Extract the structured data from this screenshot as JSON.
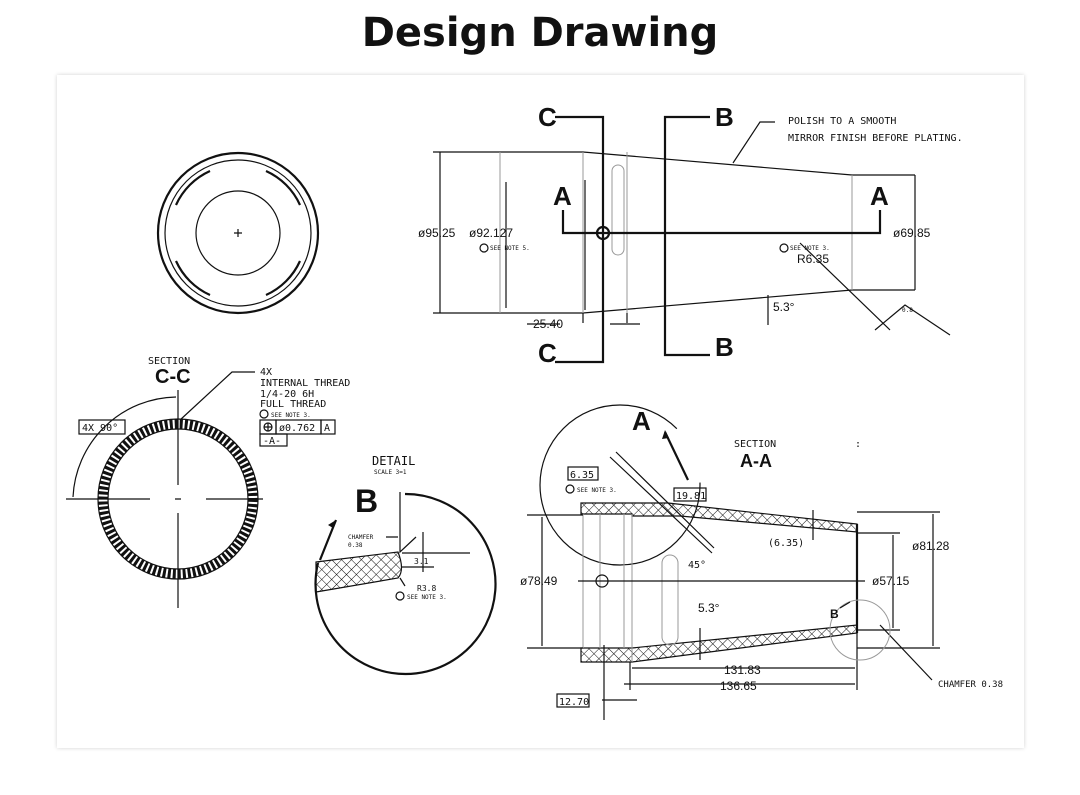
{
  "title": "Design Drawing",
  "top_view": {
    "section_c": "C",
    "section_b": "B",
    "section_a": "A",
    "note_polish_1": "POLISH TO A SMOOTH",
    "note_polish_2": "MIRROR FINISH BEFORE PLATING.",
    "dia_outer": "ø95.25",
    "dia_inner": "ø92.127",
    "see_note_5": "SEE NOTE 5.",
    "see_note_3": "SEE NOTE 3.",
    "radius": "R6.35",
    "dia_right": "ø69.85",
    "angle": "5.3°",
    "length": "25.40",
    "finish": "0.8"
  },
  "section_cc": {
    "label": "SECTION",
    "name": "C-C",
    "angle_box": "4X  90°",
    "thread_1": "4X",
    "thread_2": "INTERNAL THREAD",
    "thread_3": "1/4-20 6H",
    "thread_4": "FULL THREAD",
    "see_note": "SEE NOTE 3.",
    "tol_value": "ø0.762",
    "tol_datum": "A",
    "datum": "-A-"
  },
  "detail_b": {
    "label": "DETAIL",
    "scale": "SCALE 3=1",
    "name": "B",
    "chamfer_1": "CHAMFER",
    "chamfer_2": "0.38",
    "dim": "3.1",
    "radius": "R3.8",
    "see_note": "SEE NOTE 3."
  },
  "section_aa": {
    "detail_a": "A",
    "label": "SECTION",
    "name": "A-A",
    "colon": ":",
    "box_635": "6.35",
    "see_note": "SEE NOTE 3.",
    "box_1981": "19.81",
    "wall": "(6.35)",
    "angle_45": "45°",
    "dia_outer": "ø81.28",
    "dia_left": "ø78.49",
    "dia_inner": "ø57.15",
    "angle": "5.3°",
    "detail_b": "B",
    "len_1": "131.83",
    "len_2": "136.65",
    "box_1270": "12.70",
    "chamfer": "CHAMFER 0.38"
  }
}
